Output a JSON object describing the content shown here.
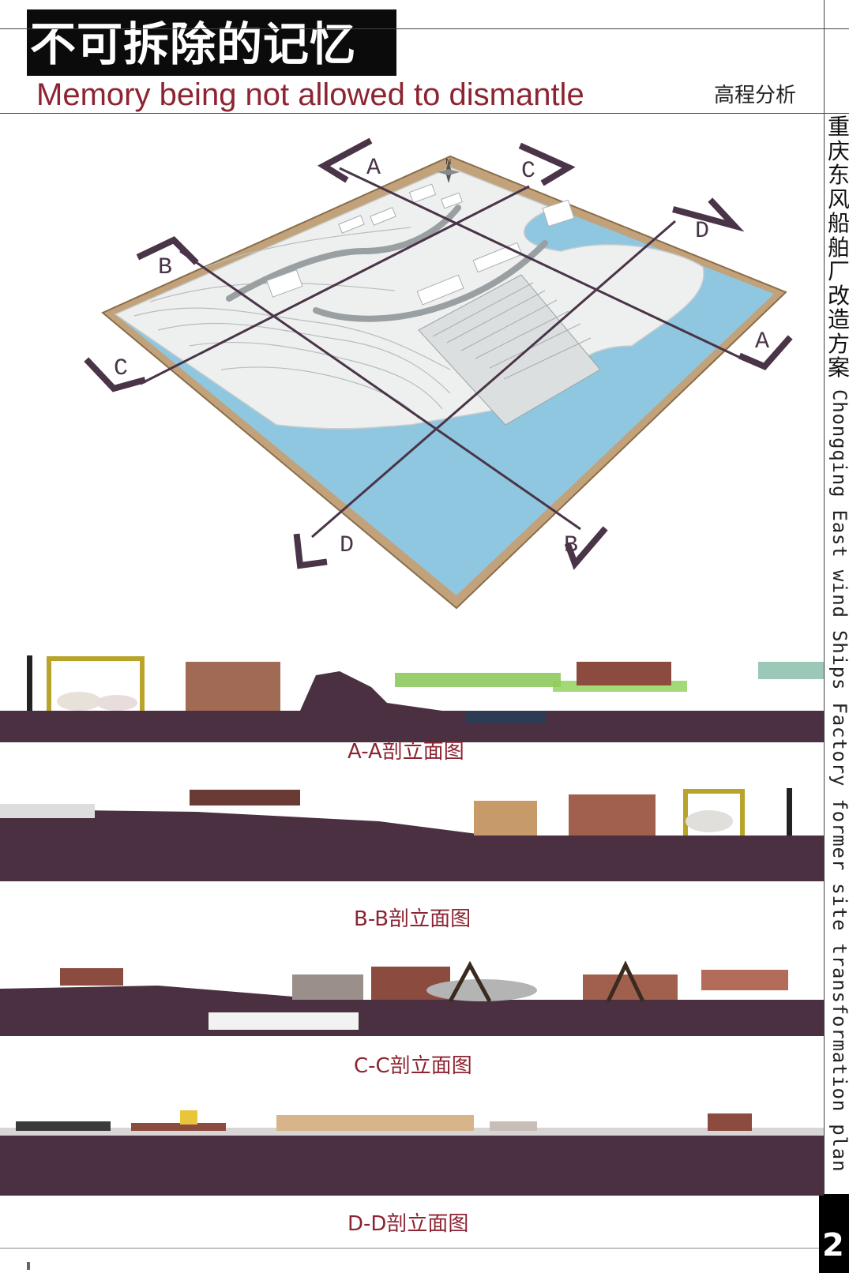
{
  "header": {
    "title_cn": "不可拆除的记忆",
    "title_en": "Memory being not allowed to dismantle",
    "section": "高程分析"
  },
  "sidebar": {
    "project_cn_chars": [
      "重",
      "庆",
      "东",
      "风",
      "船",
      "舶",
      "厂",
      "改",
      "造",
      "方",
      "案"
    ],
    "project_en": "Chongqing East wind Ships Factory former site transformation plan",
    "page_number": "2"
  },
  "model": {
    "north_label": "N",
    "section_marks": {
      "a_top": "A",
      "a_right": "A",
      "b_left": "B",
      "b_bottom": "B",
      "c_top": "C",
      "c_left": "C",
      "d_right": "D",
      "d_bottom": "D"
    }
  },
  "elevations": [
    {
      "label": "A-A剖立面图"
    },
    {
      "label": "B-B剖立面图"
    },
    {
      "label": "C-C剖立面图"
    },
    {
      "label": "D-D剖立面图"
    }
  ],
  "colors": {
    "title_red": "#8c2432",
    "section_line": "#4a3448",
    "water": "#8fc7e0",
    "frame": "#c2a27a",
    "ground": "#4a3040",
    "grass": "#7fc24a"
  }
}
